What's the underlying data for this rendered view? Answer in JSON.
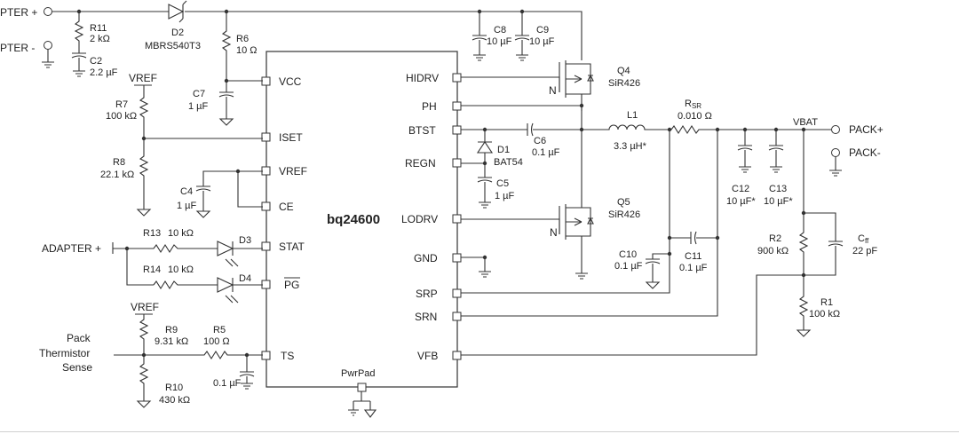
{
  "ic": {
    "name": "bq24600",
    "pins_left": [
      "VCC",
      "ISET",
      "VREF",
      "CE",
      "STAT",
      "PG",
      "TS"
    ],
    "pins_right": [
      "HIDRV",
      "PH",
      "BTST",
      "REGN",
      "LODRV",
      "GND",
      "SRP",
      "SRN",
      "VFB"
    ],
    "pin_bottom": "PwrPad"
  },
  "terminals": {
    "adapter_plus": "PTER +",
    "adapter_minus": "PTER -",
    "adapter_plus_2": "ADAPTER +",
    "pack_plus": "PACK+",
    "pack_minus": "PACK-",
    "vbat": "VBAT",
    "vref_1": "VREF",
    "vref_2": "VREF",
    "thermistor": [
      "Pack",
      "Thermistor",
      "Sense"
    ]
  },
  "components": {
    "r11": {
      "ref": "R11",
      "value": "2 kΩ"
    },
    "c2": {
      "ref": "C2",
      "value": "2.2 µF"
    },
    "d2": {
      "ref": "D2",
      "value": "MBRS540T3"
    },
    "r6": {
      "ref": "R6",
      "value": "10 Ω"
    },
    "c7": {
      "ref": "C7",
      "value": "1 µF"
    },
    "r7": {
      "ref": "R7",
      "value": "100 kΩ"
    },
    "r8": {
      "ref": "R8",
      "value": "22.1 kΩ"
    },
    "c4": {
      "ref": "C4",
      "value": "1 µF"
    },
    "r13": {
      "ref": "R13",
      "value": "10 kΩ"
    },
    "r14": {
      "ref": "R14",
      "value": "10 kΩ"
    },
    "d3": {
      "ref": "D3"
    },
    "d4": {
      "ref": "D4"
    },
    "r9": {
      "ref": "R9",
      "value": "9.31 kΩ"
    },
    "r5": {
      "ref": "R5",
      "value": "100 Ω"
    },
    "c_ts": {
      "value": "0.1 µF"
    },
    "r10": {
      "ref": "R10",
      "value": "430 kΩ"
    },
    "c8": {
      "ref": "C8",
      "value": "10 µF"
    },
    "c9": {
      "ref": "C9",
      "value": "10 µF"
    },
    "q4": {
      "ref": "Q4",
      "value": "SiR426",
      "type": "N"
    },
    "q5": {
      "ref": "Q5",
      "value": "SiR426",
      "type": "N"
    },
    "d1": {
      "ref": "D1",
      "value": "BAT54"
    },
    "c6": {
      "ref": "C6",
      "value": "0.1 µF"
    },
    "c5": {
      "ref": "C5",
      "value": "1 µF"
    },
    "l1": {
      "ref": "L1",
      "value": "3.3 µH*"
    },
    "rsr": {
      "ref": "R",
      "sub": "SR",
      "value": "0.010 Ω"
    },
    "c10": {
      "ref": "C10",
      "value": "0.1 µF"
    },
    "c11": {
      "ref": "C11",
      "value": "0.1 µF"
    },
    "c12": {
      "ref": "C12",
      "value": "10 µF*"
    },
    "c13": {
      "ref": "C13",
      "value": "10 µF*"
    },
    "r2": {
      "ref": "R2",
      "value": "900 kΩ"
    },
    "cff": {
      "ref": "C",
      "sub": "ff",
      "value": "22 pF"
    },
    "r1": {
      "ref": "R1",
      "value": "100 kΩ"
    }
  },
  "colors": {
    "wire": "#333333",
    "text": "#222222",
    "background": "#ffffff"
  }
}
